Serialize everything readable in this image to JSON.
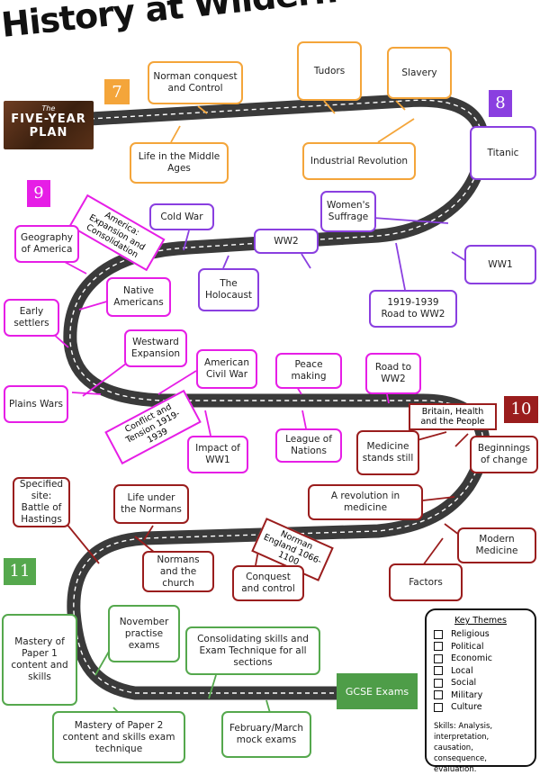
{
  "title": "History at Wildern",
  "plan": {
    "small": "The",
    "line1": "FIVE-YEAR",
    "line2": "PLAN"
  },
  "years": {
    "y7": "7",
    "y8": "8",
    "y9": "9",
    "y10": "10",
    "y11": "11"
  },
  "colors": {
    "year7": "#f4a53a",
    "year8": "#8a3fe0",
    "year9": "#e61ee6",
    "year10": "#9a1d1d",
    "year11": "#55a84d",
    "road": "#3a3a3a"
  },
  "year7": {
    "norman_conquest": "Norman conquest and Control",
    "middle_ages": "Life in the Middle Ages",
    "tudors": "Tudors",
    "slavery": "Slavery",
    "industrial_revolution": "Industrial Revolution"
  },
  "year8": {
    "titanic": "Titanic",
    "womens_suffrage": "Women's Suffrage",
    "ww2": "WW2",
    "ww1": "WW1",
    "cold_war": "Cold War",
    "holocaust": "The Holocaust",
    "road_to_ww2": "1919-1939 Road to WW2"
  },
  "year9": {
    "america_tag": "America: Expansion and Consolidation",
    "geography": "Geography of America",
    "native_americans": "Native Americans",
    "early_settlers": "Early settlers",
    "westward": "Westward Expansion",
    "plains_wars": "Plains Wars",
    "civil_war": "American Civil War",
    "conflict_tag": "Conflict and Tension 1919-1939",
    "peace": "Peace making",
    "road_ww2": "Road to WW2",
    "impact_ww1": "Impact of WW1",
    "league": "League of Nations"
  },
  "year10": {
    "health_tag": "Britain, Health and the People",
    "medicine_still": "Medicine stands still",
    "beginnings": "Beginnings of change",
    "revolution": "A revolution in medicine",
    "modern": "Modern Medicine",
    "factors": "Factors",
    "specified_site": "Specified site: Battle of Hastings",
    "life_normans": "Life under the Normans",
    "england_tag": "Norman England 1066-1100",
    "church": "Normans and the church",
    "conquest": "Conquest and control"
  },
  "year11": {
    "mastery1": "Mastery of Paper 1 content and skills",
    "november": "November practise exams",
    "consolidating": "Consolidating skills and Exam Technique for all sections",
    "mastery2": "Mastery of Paper 2 content and skills exam technique",
    "mock": "February/March mock exams",
    "gcse": "GCSE Exams"
  },
  "key_themes": {
    "heading": "Key Themes",
    "items": [
      "Religious",
      "Political",
      "Economic",
      "Local",
      "Social",
      "Military",
      "Culture"
    ],
    "skills": "Skills: Analysis, interpretation, causation, consequence, evaluation."
  }
}
